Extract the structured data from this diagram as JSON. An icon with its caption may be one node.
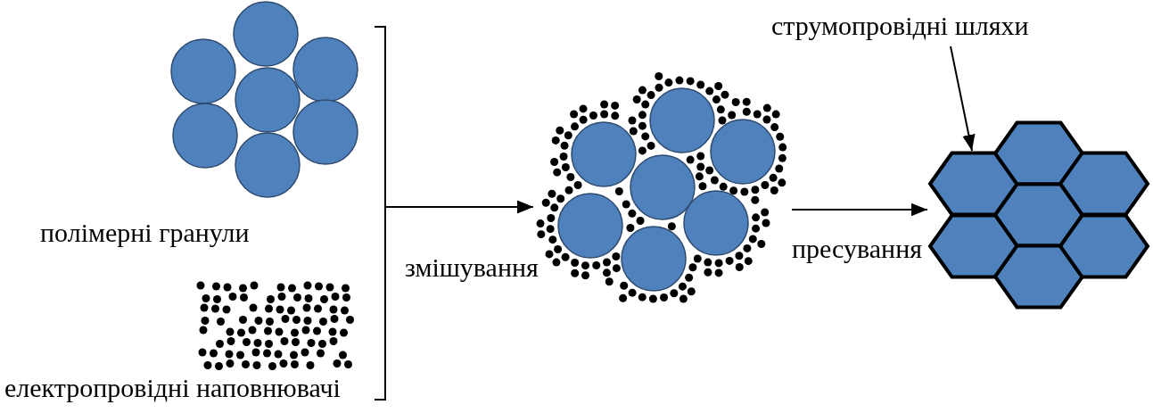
{
  "diagram": {
    "nodes": [
      {
        "text": [
          "полімерні гранули"
        ]
      },
      {
        "text": [
          "електропровідні наповнювачі"
        ]
      },
      {
        "text": [],
        "shape": "picture"
      },
      {
        "text": [],
        "shape": "picture"
      },
      {
        "text": [
          "струмопровідні шляхи"
        ]
      }
    ],
    "edges": [
      {
        "from": 0,
        "to": 2,
        "arrow": "to",
        "label": "змішування"
      },
      {
        "from": 1,
        "to": 2,
        "arrow": "to"
      },
      {
        "from": 2,
        "to": 3,
        "arrow": "to",
        "label": "пресування"
      },
      {
        "from": 4,
        "to": 3,
        "arrow": "to"
      }
    ]
  }
}
